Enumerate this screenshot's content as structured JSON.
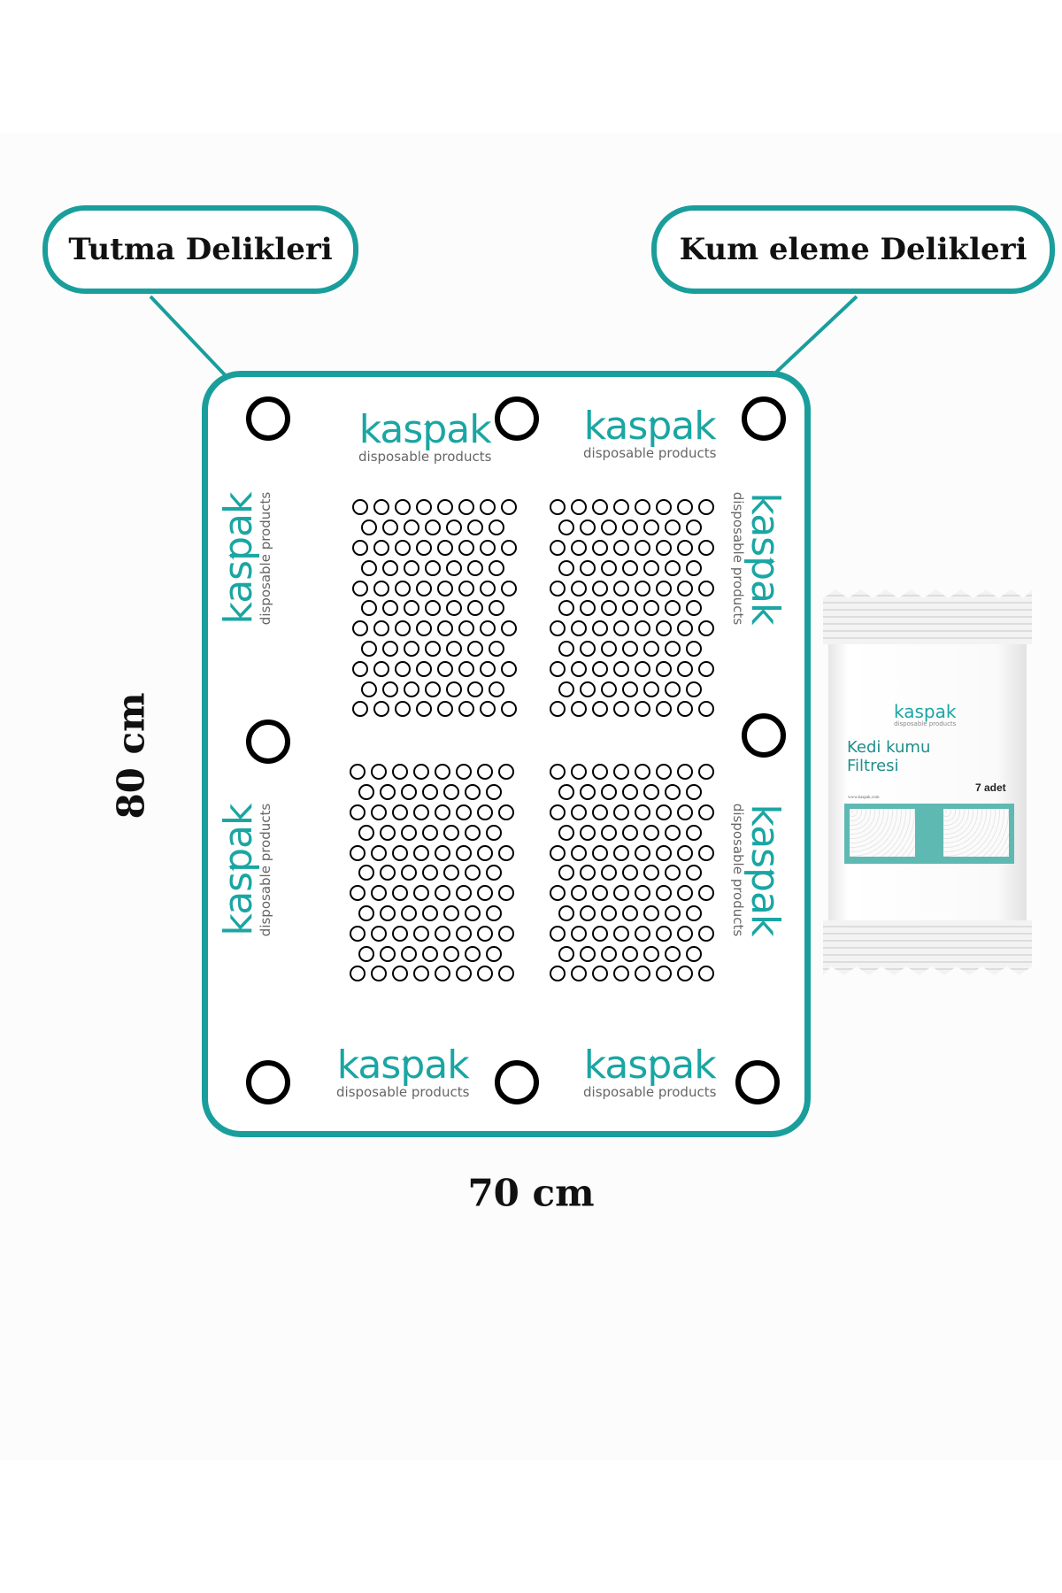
{
  "callouts": {
    "left_label": "Tutma Delikleri",
    "right_label": "Kum eleme Delikleri"
  },
  "dimensions": {
    "height_label": "80 cm",
    "width_label": "70 cm"
  },
  "brand": {
    "name": "kaspak",
    "tagline": "disposable products",
    "accent_color": "#1a9e9c",
    "logo_color": "#1aa6a3"
  },
  "hole_grid": {
    "rows": 11,
    "row_pattern": [
      8,
      7
    ]
  },
  "product": {
    "brand": "kaspak",
    "tagline": "disposable products",
    "title_line1": "Kedi kumu",
    "title_line2": "Filtresi",
    "count_label": "7 adet",
    "url": "www.kaspak.com"
  }
}
